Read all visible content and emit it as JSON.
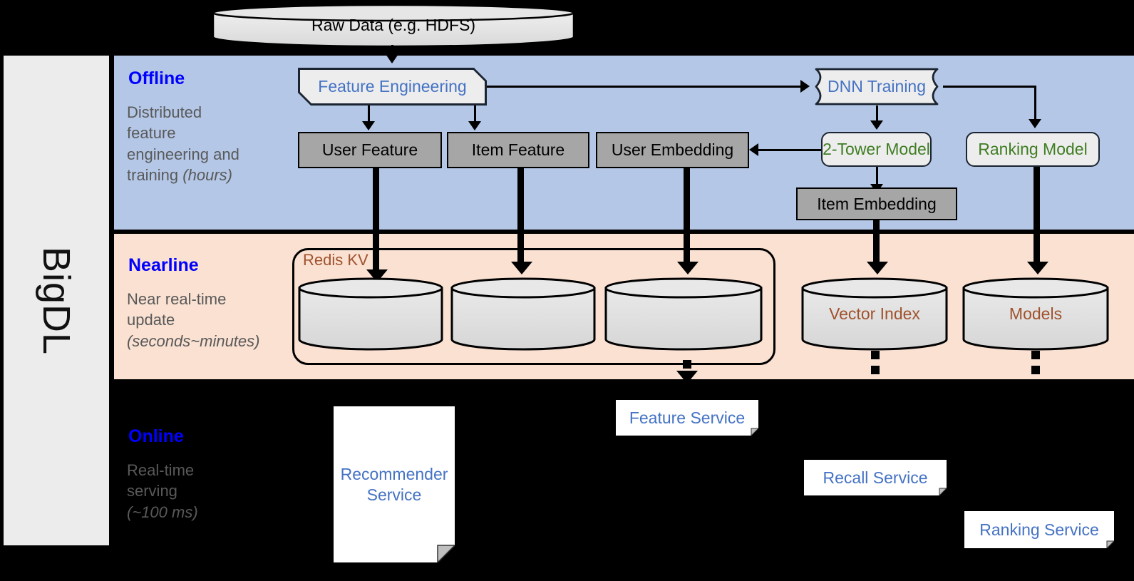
{
  "rail": {
    "label": "BigDL"
  },
  "bands": [
    {
      "id": "offline",
      "title": "Offline",
      "desc_line1": "Distributed",
      "desc_line2": "feature",
      "desc_line3": "engineering and",
      "desc_line4": "training ",
      "desc_em": "(hours)",
      "color": "#b4c7e7"
    },
    {
      "id": "nearline",
      "title": "Nearline",
      "desc_line1": "Near real-time",
      "desc_line2": "update",
      "desc_line3": "",
      "desc_line4": "",
      "desc_em": "(seconds~minutes)",
      "color": "#fae1d2"
    },
    {
      "id": "online",
      "title": "Online",
      "desc_line1": "Real-time",
      "desc_line2": "serving",
      "desc_line3": "",
      "desc_line4": "",
      "desc_em": "(~100 ms)",
      "color": "#000000"
    }
  ],
  "source": {
    "raw_data": "Raw Data (e.g. HDFS)"
  },
  "offline": {
    "feature_engineering": "Feature Engineering",
    "dnn_training": "DNN Training",
    "user_feature": "User Feature",
    "item_feature": "Item Feature",
    "user_embedding": "User Embedding",
    "two_tower_model": "2-Tower Model",
    "ranking_model": "Ranking Model",
    "item_embedding": "Item Embedding"
  },
  "nearline": {
    "redis_kv": "Redis KV",
    "store_user_feature": "",
    "store_item_feature": "",
    "store_user_embedding": "",
    "vector_index": "Vector Index",
    "models": "Models"
  },
  "online": {
    "recommender_service": "Recommender Service",
    "feature_service": "Feature Service",
    "recall_service": "Recall Service",
    "ranking_service": "Ranking Service"
  },
  "colors": {
    "offline_band": "#b4c7e7",
    "nearline_band": "#fae1d2",
    "online_band": "#000000",
    "band_title": "#0000ff",
    "band_desc": "#595959",
    "accent_blue": "#4472c4",
    "accent_green": "#3f7d23",
    "accent_brown": "#a0522d",
    "gray_box": "#a6a6a6",
    "light_node": "#ededed",
    "rail_bg": "#ececec"
  }
}
